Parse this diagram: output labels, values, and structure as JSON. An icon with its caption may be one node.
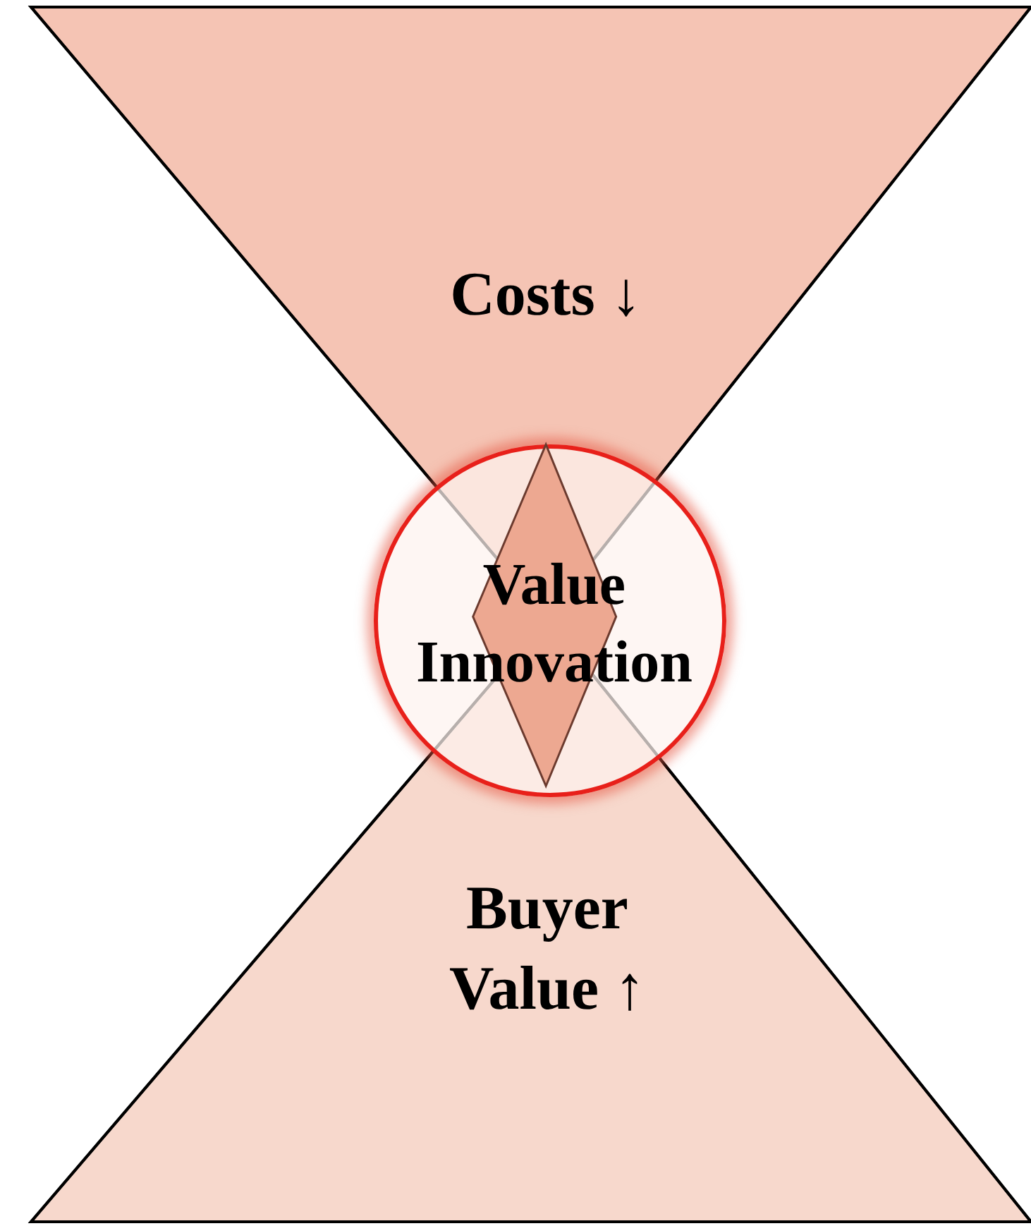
{
  "diagram": {
    "nodes": [
      {
        "text": [
          "Costs ↓"
        ]
      },
      {
        "text": [
          "Value Innovation"
        ]
      },
      {
        "text": [
          "Buyer Value ↑"
        ]
      }
    ],
    "edges": []
  }
}
